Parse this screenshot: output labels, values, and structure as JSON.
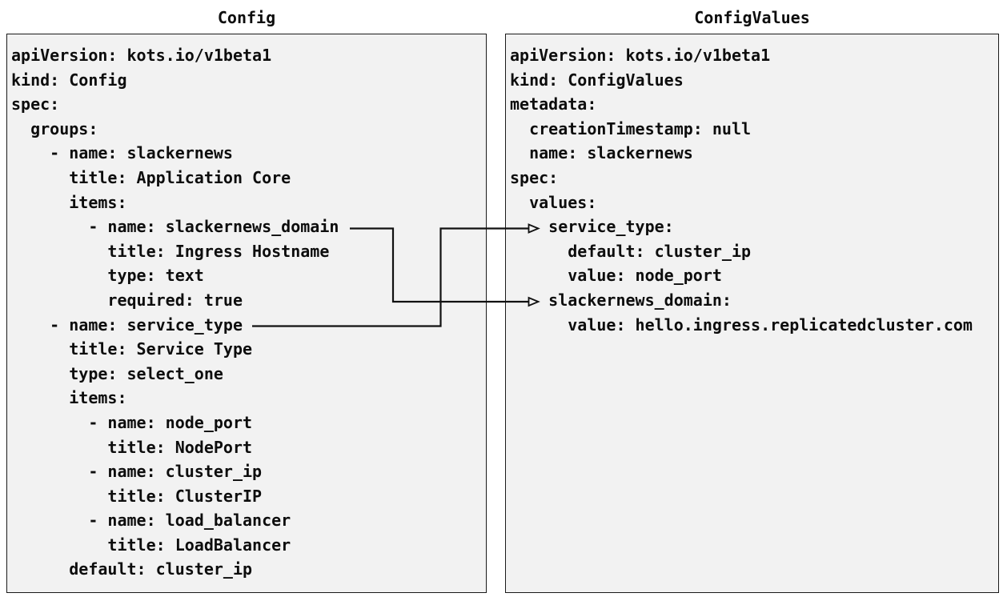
{
  "diagram": {
    "left_panel": {
      "title": "Config",
      "yaml_lines": [
        "apiVersion: kots.io/v1beta1",
        "kind: Config",
        "spec:",
        "  groups:",
        "    - name: slackernews",
        "      title: Application Core",
        "      items:",
        "        - name: slackernews_domain",
        "          title: Ingress Hostname",
        "          type: text",
        "          required: true",
        "    - name: service_type",
        "      title: Service Type",
        "      type: select_one",
        "      items:",
        "        - name: node_port",
        "          title: NodePort",
        "        - name: cluster_ip",
        "          title: ClusterIP",
        "        - name: load_balancer",
        "          title: LoadBalancer",
        "      default: cluster_ip"
      ]
    },
    "right_panel": {
      "title": "ConfigValues",
      "yaml_lines": [
        "apiVersion: kots.io/v1beta1",
        "kind: ConfigValues",
        "metadata:",
        "  creationTimestamp: null",
        "  name: slackernews",
        "spec:",
        "  values:",
        "    service_type:",
        "      default: cluster_ip",
        "      value: node_port",
        "    slackernews_domain:",
        "      value: hello.ingress.replicatedcluster.com"
      ]
    },
    "connections": [
      {
        "from": "Config item name: slackernews_domain",
        "to": "ConfigValues key: slackernews_domain"
      },
      {
        "from": "Config item name: service_type",
        "to": "ConfigValues key: service_type"
      }
    ],
    "colors": {
      "panel_background": "#f2f2f2",
      "panel_border": "#1a1a1a",
      "text": "#0d0d0d",
      "arrow": "#111111",
      "page_background": "#ffffff"
    }
  }
}
